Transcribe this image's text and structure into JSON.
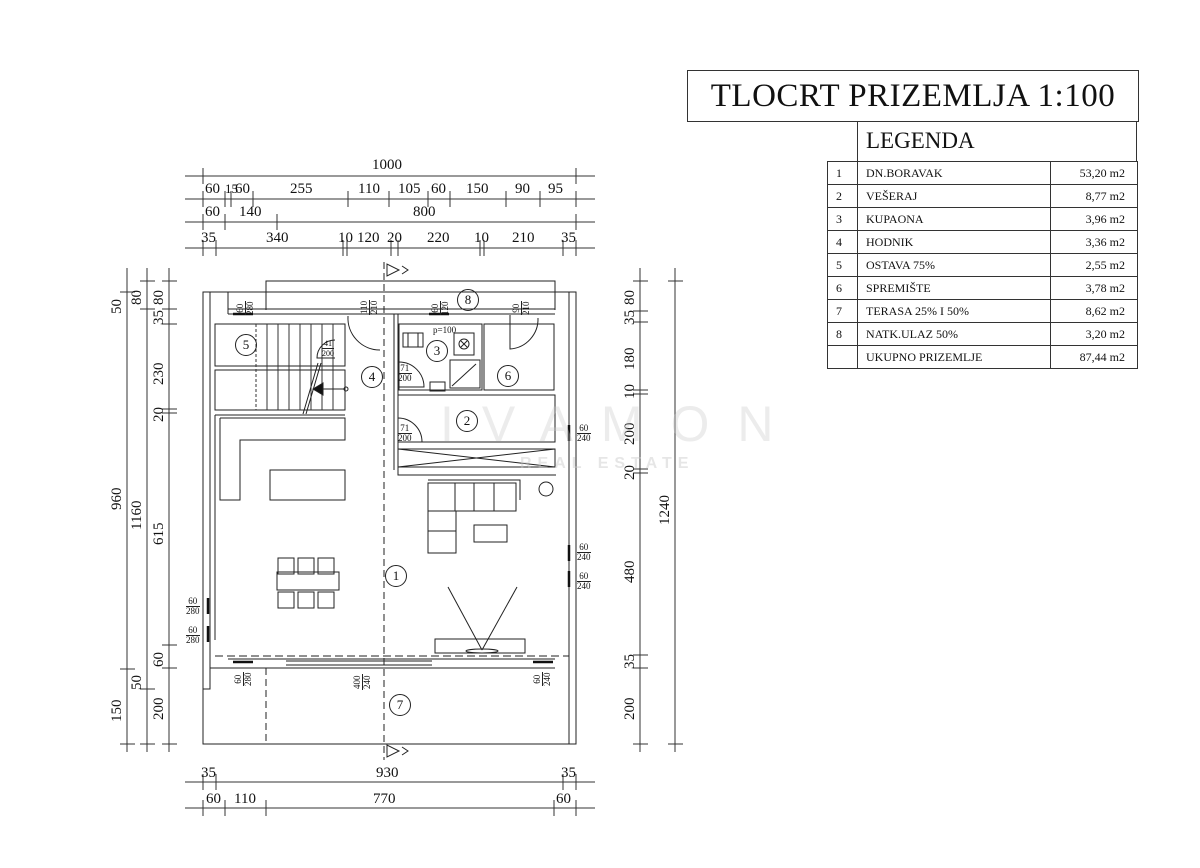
{
  "title": "TLOCRT PRIZEMLJA 1:100",
  "legend": {
    "heading": "LEGENDA",
    "rows": [
      {
        "no": "1",
        "name": "DN.BORAVAK",
        "area": "53,20 m2"
      },
      {
        "no": "2",
        "name": "VEŠERAJ",
        "area": "8,77 m2"
      },
      {
        "no": "3",
        "name": "KUPAONA",
        "area": "3,96 m2"
      },
      {
        "no": "4",
        "name": "HODNIK",
        "area": "3,36 m2"
      },
      {
        "no": "5",
        "name": "OSTAVA 75%",
        "area": "2,55 m2"
      },
      {
        "no": "6",
        "name": "SPREMIŠTE",
        "area": "3,78 m2"
      },
      {
        "no": "7",
        "name": "TERASA 25% I 50%",
        "area": "8,62 m2"
      },
      {
        "no": "8",
        "name": "NATK.ULAZ 50%",
        "area": "3,20 m2"
      }
    ],
    "total": {
      "name": "UKUPNO PRIZEMLJE",
      "area": "87,44 m2"
    }
  },
  "dimensions": {
    "top": {
      "row1": [
        "1000"
      ],
      "row2": [
        "60",
        "15",
        "60",
        "255",
        "110",
        "105",
        "60",
        "150",
        "90",
        "95"
      ],
      "row3": [
        "60",
        "140",
        "800"
      ],
      "row4": [
        "35",
        "340",
        "10",
        "120",
        "20",
        "220",
        "10",
        "210",
        "35"
      ]
    },
    "bottom": {
      "row1": [
        "35",
        "930",
        "35"
      ],
      "row2": [
        "60",
        "110",
        "770",
        "60"
      ]
    },
    "left": {
      "col1": [
        "50",
        "960",
        "150"
      ],
      "col2": [
        "80",
        "1160",
        "50"
      ],
      "col3": [
        "80",
        "35",
        "230",
        "20",
        "615",
        "60",
        "200"
      ]
    },
    "right": {
      "col1": [
        "80",
        "35",
        "180",
        "10",
        "200",
        "20",
        "480",
        "35",
        "200"
      ],
      "col2": [
        "1240"
      ]
    }
  },
  "openings": {
    "top_window_left": {
      "w": "60",
      "h": "280"
    },
    "entrance_door": {
      "w": "110",
      "h": "210"
    },
    "bath_window": {
      "w": "60",
      "h": "120"
    },
    "storage_door": {
      "w": "90",
      "h": "210"
    },
    "stair_door": {
      "w": "41",
      "h": "200"
    },
    "bath_door": {
      "w": "71",
      "h": "200"
    },
    "laundry_door": {
      "w": "71",
      "h": "200"
    },
    "laundry_window": {
      "w": "60",
      "h": "240"
    },
    "living_window_right_1": {
      "w": "60",
      "h": "240"
    },
    "living_window_right_2": {
      "w": "60",
      "h": "240"
    },
    "living_window_left_1": {
      "w": "60",
      "h": "280"
    },
    "living_window_left_2": {
      "w": "60",
      "h": "280"
    },
    "terrace_window_left": {
      "w": "60",
      "h": "280"
    },
    "terrace_slider": {
      "w": "400",
      "h": "240"
    },
    "terrace_window_right": {
      "w": "60",
      "h": "240"
    },
    "bath_note": "p=100"
  },
  "rooms": [
    "1",
    "2",
    "3",
    "4",
    "5",
    "6",
    "7",
    "8"
  ],
  "watermark": {
    "brand": "IVAMON",
    "sub": "REAL ESTATE"
  }
}
